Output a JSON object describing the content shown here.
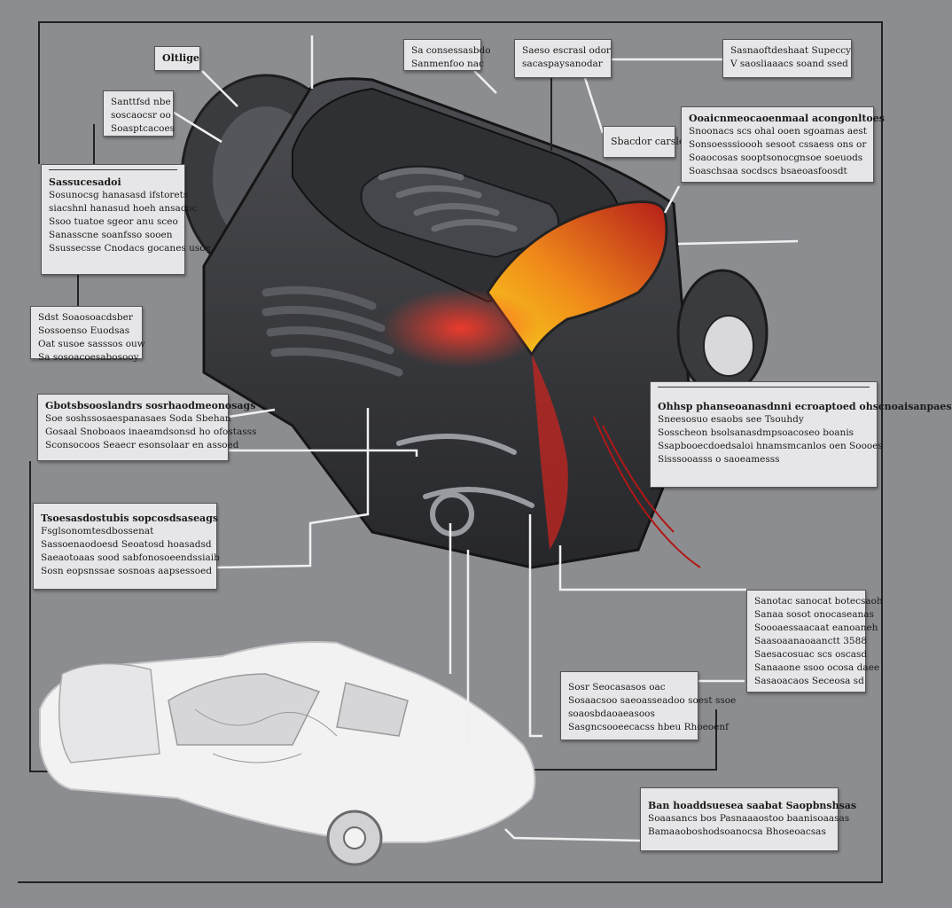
{
  "palette": {
    "background": "#8c8d91",
    "callout_fill": "#e6e6e8",
    "engine_body": "#3b3c40",
    "heat_red": "#d8231e",
    "heat_orange": "#f08a1a",
    "heat_yellow": "#f7d21c",
    "car_body": "#f2f2f2",
    "leader_line": "#f0f0f0",
    "frame_line": "#222222"
  },
  "callouts": [
    {
      "id": "c1",
      "title": "Oltlige",
      "lines": []
    },
    {
      "id": "c2",
      "title": "",
      "lines": [
        "Sa consessasbdo",
        "Sanmenfoo nac"
      ]
    },
    {
      "id": "c3",
      "title": "",
      "lines": [
        "Saeso escrasl odor",
        "sacaspaysanodar"
      ]
    },
    {
      "id": "c4",
      "title": "",
      "lines": [
        "Sasnaoftdeshaat Supeccy",
        "V saosliaaacs soand ssed"
      ]
    },
    {
      "id": "c5",
      "title": "",
      "lines": [
        "Santtfsd nbe",
        "soscaocsr oo",
        "Soasptcacoes"
      ]
    },
    {
      "id": "c6",
      "title": "Sbacdor carsle",
      "lines": []
    },
    {
      "id": "c7",
      "title": "Ooaicnmeocaoenmaal acongonltoes",
      "lines": [
        "Snoonacs scs ohal ooen sgoamas aest",
        "Sonsoesssioooh sesoot cssaess ons or",
        "Soaocosas sooptsonocgnsoe soeuods",
        "Soaschsaa socdscs bsaeoasfoosdt"
      ]
    },
    {
      "id": "c8",
      "title": "Sassucesadoi",
      "lines": [
        "Sosunocsg hanasasd ifstorets",
        "siacshnl hanasud hoeh ansaooc",
        "Ssoo tuatoe sgeor anu sceo",
        "Sanasscne soanfsso sooen",
        "Ssussecsse Cnodacs gocanes usoe"
      ]
    },
    {
      "id": "c9",
      "title": "",
      "lines": [
        "Sdst Soaosoacdsber",
        "Sossoenso Euodsas",
        "Oat susoe sasssos ouw",
        "Sa sosoacoesabosooy"
      ]
    },
    {
      "id": "c10",
      "title": "Gbotsbsooslandrs sosrhaodmeonosags",
      "lines": [
        "Soe soshssosaespanasaes Soda Sbehan",
        "Gosaal Snoboaos inaeamdsonsd ho ofostasss",
        "Sconsocoos Seaecr esonsolaar en assoed"
      ]
    },
    {
      "id": "c11",
      "title": "Ohhsp phanseoanasdnni ecroaptoed ohscnoaisanpaes",
      "lines": [
        "Sneesosuo esaobs see Tsouhdy",
        "Sosscheon bsolsanasdmpsoacoseo boanis",
        "Ssapbooecdoedsaloi hnamsmcanlos oen Soooes",
        "Sisssooasss o saoeamesss"
      ]
    },
    {
      "id": "c12",
      "title": "Tsoesasdostubis sopcosdsaseags",
      "lines": [
        "Fsglsonomtesdbossenat",
        "Sassoenaodoesd  Seoatosd hoasadsd",
        "Saeaotoaas sood sabfonosoeendssiaib",
        "Sosn eopsnssae sosnoas aapsessoed"
      ]
    },
    {
      "id": "c13",
      "title": "",
      "lines": [
        "Sanotac sanocat botecsaoh",
        "Sanaa sosot onocaseanas",
        "Soooaessaacaat eanoaneh",
        "Saasoaanaoaanctt 3588",
        "Saesacosuac scs oscasd",
        "Sanaaone ssoo ocosa daee",
        "Sasaoacaos Seceosa sd"
      ]
    },
    {
      "id": "c14",
      "title": "",
      "lines": [
        "Sosr Seocasasos oac",
        "Sosaacsoo saeoasseadoo soest ssoe",
        "soaosbdaoaeasoos",
        "Sasgncsooeecacss hbeu Rhoeoenf"
      ]
    },
    {
      "id": "c15",
      "title": "Ban hoaddsuesea saabat Saopbnshsas",
      "lines": [
        "Soaasancs bos Pasnaaaostoo baanisoaasas",
        "Bamaaoboshodsoanocsa Bhoseoacsas"
      ]
    }
  ]
}
